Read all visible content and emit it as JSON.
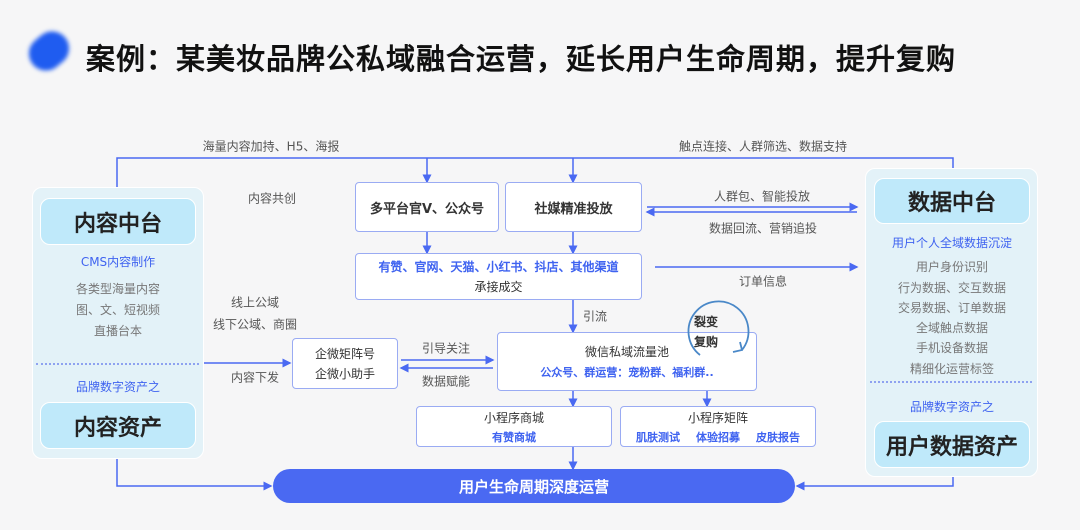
{
  "title": "案例：某美妆品牌公私域融合运营，延长用户生命周期，提升复购",
  "colors": {
    "accent": "#4a69f2",
    "blue_text": "#3f63f0",
    "panel_bg": "#e3f2f8",
    "header_bg": "#bfe9fa"
  },
  "top_labels": {
    "left": "海量内容加持、H5、海报",
    "right": "触点连接、人群筛选、数据支持"
  },
  "left_panel": {
    "header": "内容中台",
    "subtitle": "CMS内容制作",
    "items": [
      "各类型海量内容",
      "图、文、短视频",
      "直播台本"
    ],
    "asset_caption": "品牌数字资产之",
    "asset_title": "内容资产"
  },
  "right_panel": {
    "header": "数据中台",
    "subtitle": "用户个人全域数据沉淀",
    "items": [
      "用户身份识别",
      "行为数据、交互数据",
      "交易数据、订单数据",
      "全域触点数据",
      "手机设备数据",
      "精细化运营标签"
    ],
    "asset_caption": "品牌数字资产之",
    "asset_title": "用户数据资产"
  },
  "labels": {
    "co_create": "内容共创",
    "crowd": "人群包、智能投放",
    "backflow": "数据回流、营销追投",
    "order": "订单信息",
    "traffic": "引流",
    "online": "线上公域",
    "offline": "线下公域、商圈",
    "distribute": "内容下发",
    "guide": "引导关注",
    "empower": "数据赋能"
  },
  "boxes": {
    "official": "多平台官V、公众号",
    "social_ads": "社媒精准投放",
    "channels": "有赞、官网、天猫、小红书、抖店、其他渠道",
    "channels_sub": "承接成交",
    "wecom_1": "企微矩阵号",
    "wecom_2": "企微小助手",
    "pool": "微信私域流量池",
    "pool_sub": "公众号、群运营：宠粉群、福利群..",
    "fission_1": "裂变",
    "fission_2": "复购",
    "mall": "小程序商城",
    "mall_sub": "有赞商城",
    "matrix": "小程序矩阵",
    "matrix_items": [
      "肌肤测试",
      "体验招募",
      "皮肤报告"
    ]
  },
  "bottom_bar": "用户生命周期深度运营"
}
